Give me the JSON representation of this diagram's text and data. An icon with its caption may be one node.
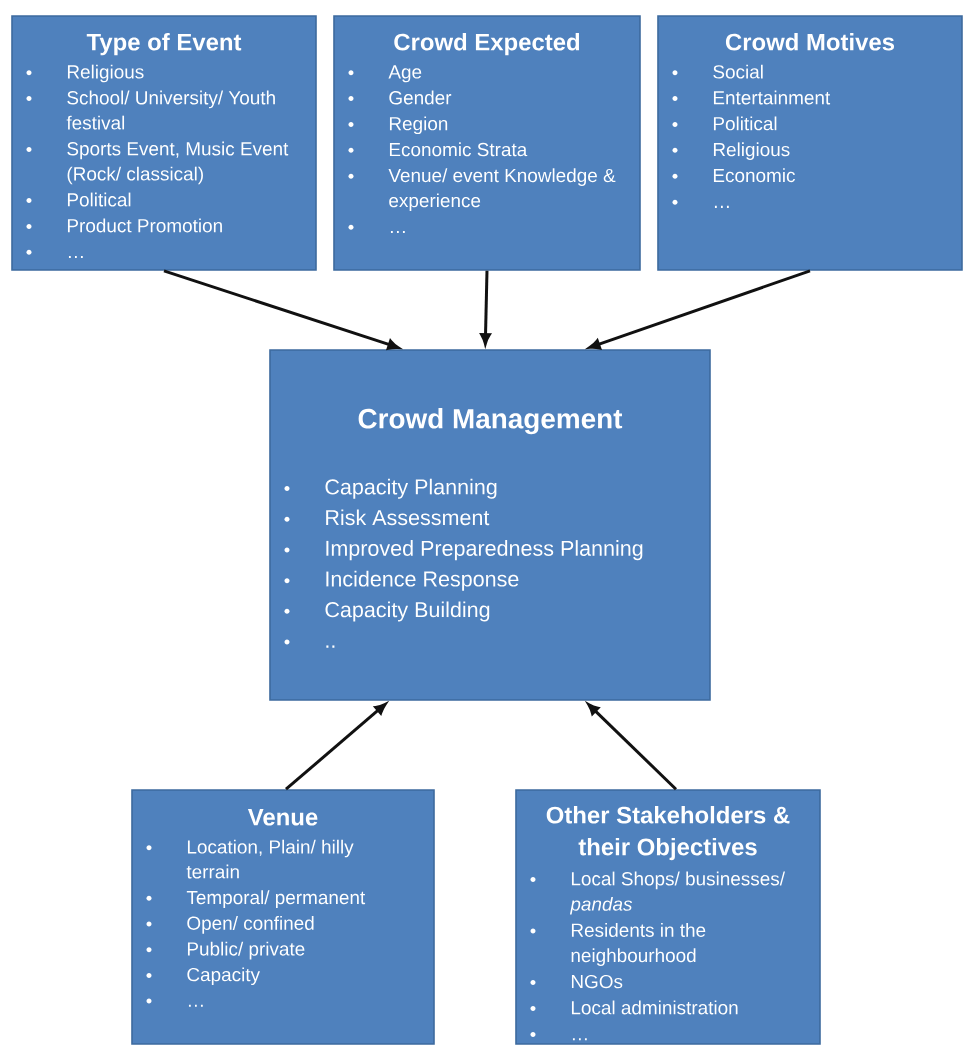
{
  "diagram": {
    "nodes": [
      {
        "text": [
          "Type of Event",
          "Religious",
          "School/ University/ Youth festival",
          "Sports Event, Music Event (Rock/ classical)",
          "Political",
          "Product Promotion",
          "…"
        ]
      },
      {
        "text": [
          "Crowd Expected",
          "Age",
          "Gender",
          "Region",
          "Economic Strata",
          "Venue/ event Knowledge & experience",
          "…"
        ]
      },
      {
        "text": [
          "Crowd Motives",
          "Social",
          "Entertainment",
          "Political",
          "Religious",
          "Economic",
          "…"
        ]
      },
      {
        "text": [
          "Crowd Management",
          "Capacity Planning",
          "Risk Assessment",
          "Improved Preparedness Planning",
          "Incidence Response",
          "Capacity Building",
          ".."
        ]
      },
      {
        "text": [
          "Venue",
          "Location, Plain/ hilly terrain",
          "Temporal/ permanent",
          "Open/ confined",
          "Public/ private",
          "Capacity",
          "…"
        ]
      },
      {
        "text": [
          "Other Stakeholders & their Objectives",
          "Local Shops/ businesses/ *pandas*",
          "Residents in the neighbourhood",
          "NGOs",
          "Local administration",
          "…"
        ]
      }
    ],
    "edges": [
      {
        "from": 0,
        "to": 3,
        "arrow": "to"
      },
      {
        "from": 1,
        "to": 3,
        "arrow": "to"
      },
      {
        "from": 2,
        "to": 3,
        "arrow": "to"
      },
      {
        "from": 4,
        "to": 3,
        "arrow": "to"
      },
      {
        "from": 5,
        "to": 3,
        "arrow": "to"
      }
    ]
  }
}
